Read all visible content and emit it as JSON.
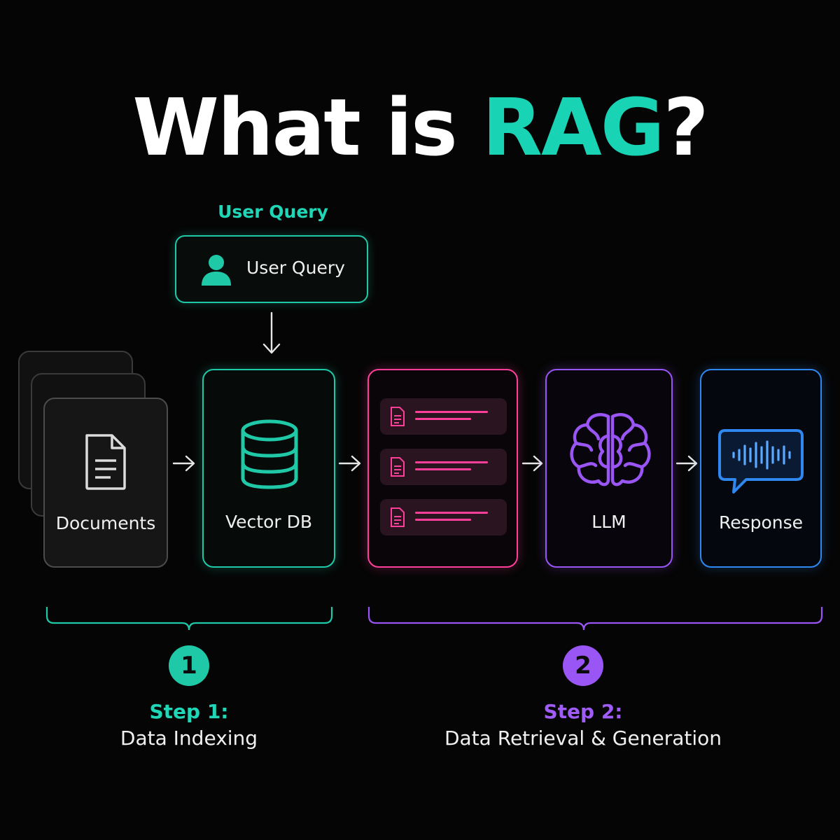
{
  "title": {
    "main": "What is ",
    "accent": "RAG",
    "suffix": "?"
  },
  "user_query": {
    "caption": "User Query",
    "box_label": "User Query",
    "icon": "user-icon"
  },
  "nodes": {
    "documents": {
      "label": "Documents",
      "icon": "document-icon"
    },
    "vector_db": {
      "label": "Vector DB",
      "icon": "database-icon"
    },
    "retrieved_chunks": {
      "icon": "document-icon",
      "count": 3
    },
    "llm": {
      "label": "LLM",
      "icon": "brain-icon"
    },
    "response": {
      "label": "Response",
      "icon": "speech-bubble-waveform-icon"
    }
  },
  "steps": [
    {
      "number": "1",
      "title": "Step 1:",
      "subtitle": "Data Indexing"
    },
    {
      "number": "2",
      "title": "Step 2:",
      "subtitle": "Data Retrieval & Generation"
    }
  ],
  "colors": {
    "teal": "#1fc9a8",
    "pink": "#ff3f9a",
    "purple": "#9a55f5",
    "blue": "#2f88f0",
    "background": "#050505"
  }
}
